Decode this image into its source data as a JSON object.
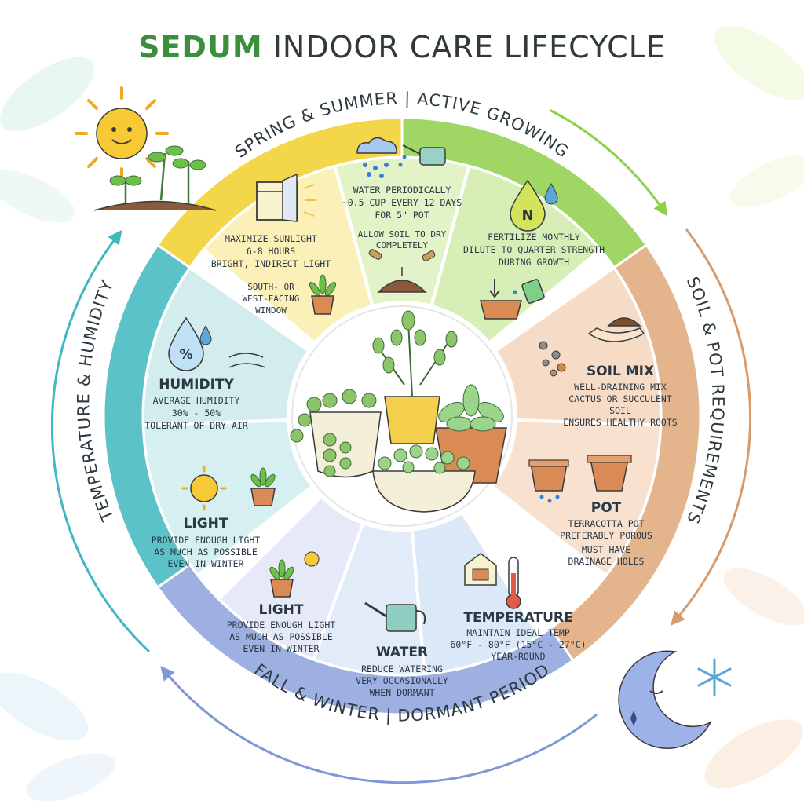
{
  "title": {
    "accent": "SEDUM",
    "rest": " INDOOR CARE LIFECYCLE"
  },
  "rings": {
    "top": "SPRING & SUMMER | ACTIVE GROWING",
    "right": "SOIL & POT REQUIREMENTS",
    "bottom": "FALL & WINTER | DORMANT PERIOD",
    "left": "TEMPERATURE & HUMIDITY"
  },
  "segments": {
    "sunlight": {
      "lines": [
        "MAXIMIZE SUNLIGHT",
        "6-8 HOURS",
        "BRIGHT, INDIRECT LIGHT"
      ],
      "note": [
        "SOUTH- OR",
        "WEST-FACING",
        "WINDOW"
      ]
    },
    "water_active": {
      "lines": [
        "WATER PERIODICALLY",
        "~0.5 CUP EVERY 12 DAYS",
        "FOR 5\" POT"
      ],
      "note": [
        "ALLOW SOIL TO DRY",
        "COMPLETELY"
      ]
    },
    "fertilize": {
      "lines": [
        "FERTILIZE MONTHLY",
        "DILUTE TO QUARTER STRENGTH",
        "DURING GROWTH"
      ],
      "badge": "N"
    },
    "soil": {
      "heading": "SOIL MIX",
      "lines": [
        "WELL-DRAINING MIX",
        "CACTUS OR SUCCULENT",
        "SOIL",
        "ENSURES HEALTHY ROOTS"
      ]
    },
    "pot": {
      "heading": "POT",
      "lines": [
        "TERRACOTTA POT",
        "PREFERABLY POROUS",
        "MUST HAVE",
        "DRAINAGE HOLES"
      ]
    },
    "temperature": {
      "heading": "TEMPERATURE",
      "lines": [
        "MAINTAIN IDEAL TEMP",
        "60°F - 80°F (15°C - 27°C)",
        "YEAR-ROUND"
      ]
    },
    "water_dormant": {
      "heading": "WATER",
      "lines": [
        "REDUCE WATERING",
        "VERY OCCASIONALLY",
        "WHEN DORMANT"
      ]
    },
    "light_dormant": {
      "heading": "LIGHT",
      "lines": [
        "PROVIDE ENOUGH LIGHT",
        "AS MUCH AS POSSIBLE",
        "EVEN IN WINTER"
      ]
    },
    "light_left": {
      "heading": "LIGHT",
      "lines": [
        "PROVIDE ENOUGH LIGHT",
        "AS MUCH AS POSSIBLE",
        "EVEN IN WINTER"
      ]
    },
    "humidity": {
      "heading": "HUMIDITY",
      "lines": [
        "AVERAGE HUMIDITY",
        "30% - 50%",
        "TOLERANT OF DRY AIR"
      ],
      "badge": "%"
    }
  },
  "colors": {
    "title_accent": "#3c8f3a",
    "spring": "#f3d02c",
    "summer": "#8fd04a",
    "soil": "#e0a87a",
    "dormant": "#8da2dc",
    "humidity": "#3fb8bf"
  }
}
